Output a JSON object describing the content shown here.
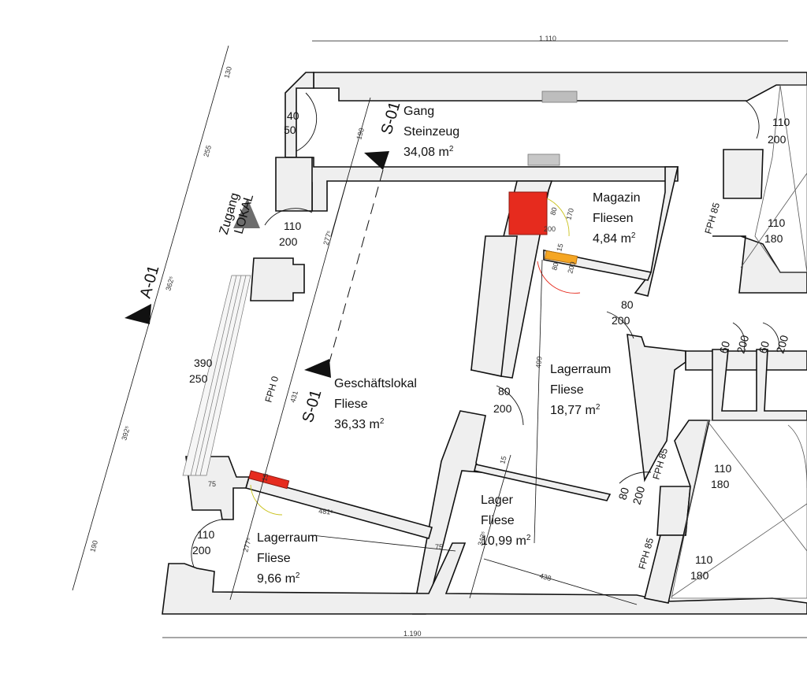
{
  "rooms": {
    "gang": {
      "name": "Gang",
      "finish": "Steinzeug",
      "area": "34,08 m"
    },
    "magazin": {
      "name": "Magazin",
      "finish": "Fliesen",
      "area": "4,84 m"
    },
    "geschaeftslokal": {
      "name": "Geschäftslokal",
      "finish": "Fliese",
      "area": "36,33 m"
    },
    "lagerraum_main": {
      "name": "Lagerraum",
      "finish": "Fliese",
      "area": "18,77 m"
    },
    "lager": {
      "name": "Lager",
      "finish": "Fliese",
      "area": "10,99 m"
    },
    "lagerraum_small": {
      "name": "Lagerraum",
      "finish": "Fliese",
      "area": "9,66 m"
    },
    "area_superscript": "2"
  },
  "entrance": {
    "line1": "Zugang",
    "line2": "LOKAL"
  },
  "sections": {
    "s01_top": "S-01",
    "s01_bottom": "S-01",
    "a01": "A-01"
  },
  "fph": {
    "fph85_right": "FPH 85",
    "fph0": "FPH 0",
    "fph85_mid": "FPH 85",
    "fph85_lower": "FPH 85"
  },
  "dimensions": {
    "top_total": "1.110",
    "bottom_total": "1.190",
    "left_130": "130",
    "left_255": "255",
    "left_362": "362⁵",
    "left_392": "392⁵",
    "left_190": "190",
    "door_40": "40",
    "door_50": "50",
    "gang_190": "190",
    "door_110a": "110",
    "door_200a": "200",
    "dim_277a": "277⁵",
    "door_390": "390",
    "door_250": "250",
    "dim_431": "431",
    "door_75": "75",
    "door_110b": "110",
    "door_200b": "200",
    "dim_277b": "277⁵",
    "dim_481": "481⁵",
    "dim_75": "75",
    "mag_80": "80",
    "mag_200": "200",
    "mag_170": "170",
    "mag_80b": "80",
    "mag_200b": "200",
    "mag_15": "15",
    "lr_80": "80",
    "lr_200": "200",
    "dim_499": "499",
    "gl_80": "80",
    "gl_200": "200",
    "dim_15a": "15",
    "dim_15b": "15",
    "lager_80": "80",
    "lager_200": "200",
    "dim_343": "343⁵",
    "dim_438": "438",
    "r_110a": "110",
    "r_200a": "200",
    "r_110b": "110",
    "r_180b": "180",
    "r_60a": "60",
    "r_200c": "200",
    "r_60b": "60",
    "r_200d": "200",
    "r_110c": "110",
    "r_180c": "180",
    "r_110d": "110",
    "r_180d": "180"
  }
}
